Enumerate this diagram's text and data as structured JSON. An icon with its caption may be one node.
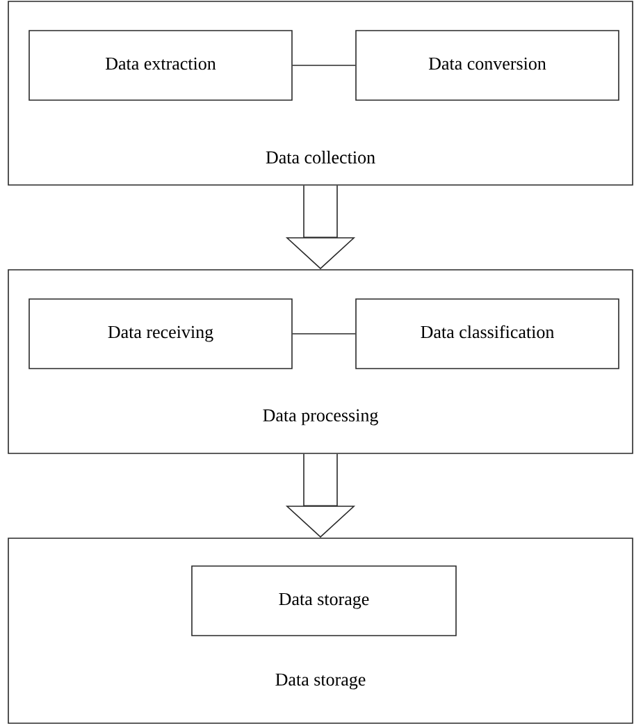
{
  "diagram": {
    "nodes": [
      {
        "text": [
          "Data collection"
        ]
      },
      {
        "text": [
          "Data extraction"
        ],
        "in": 0
      },
      {
        "text": [
          "Data conversion"
        ],
        "in": 0
      },
      {
        "text": [
          "Data processing"
        ]
      },
      {
        "text": [
          "Data receiving"
        ],
        "in": 3
      },
      {
        "text": [
          "Data classification"
        ],
        "in": 3
      },
      {
        "text": [
          "Data storage"
        ]
      },
      {
        "text": [
          "Data storage"
        ],
        "in": 6
      }
    ],
    "edges": [
      {
        "from": 1,
        "to": 2,
        "arrow": "none"
      },
      {
        "from": 0,
        "to": 3,
        "arrow": "to"
      },
      {
        "from": 4,
        "to": 5,
        "arrow": "none"
      },
      {
        "from": 3,
        "to": 6,
        "arrow": "to"
      }
    ]
  }
}
